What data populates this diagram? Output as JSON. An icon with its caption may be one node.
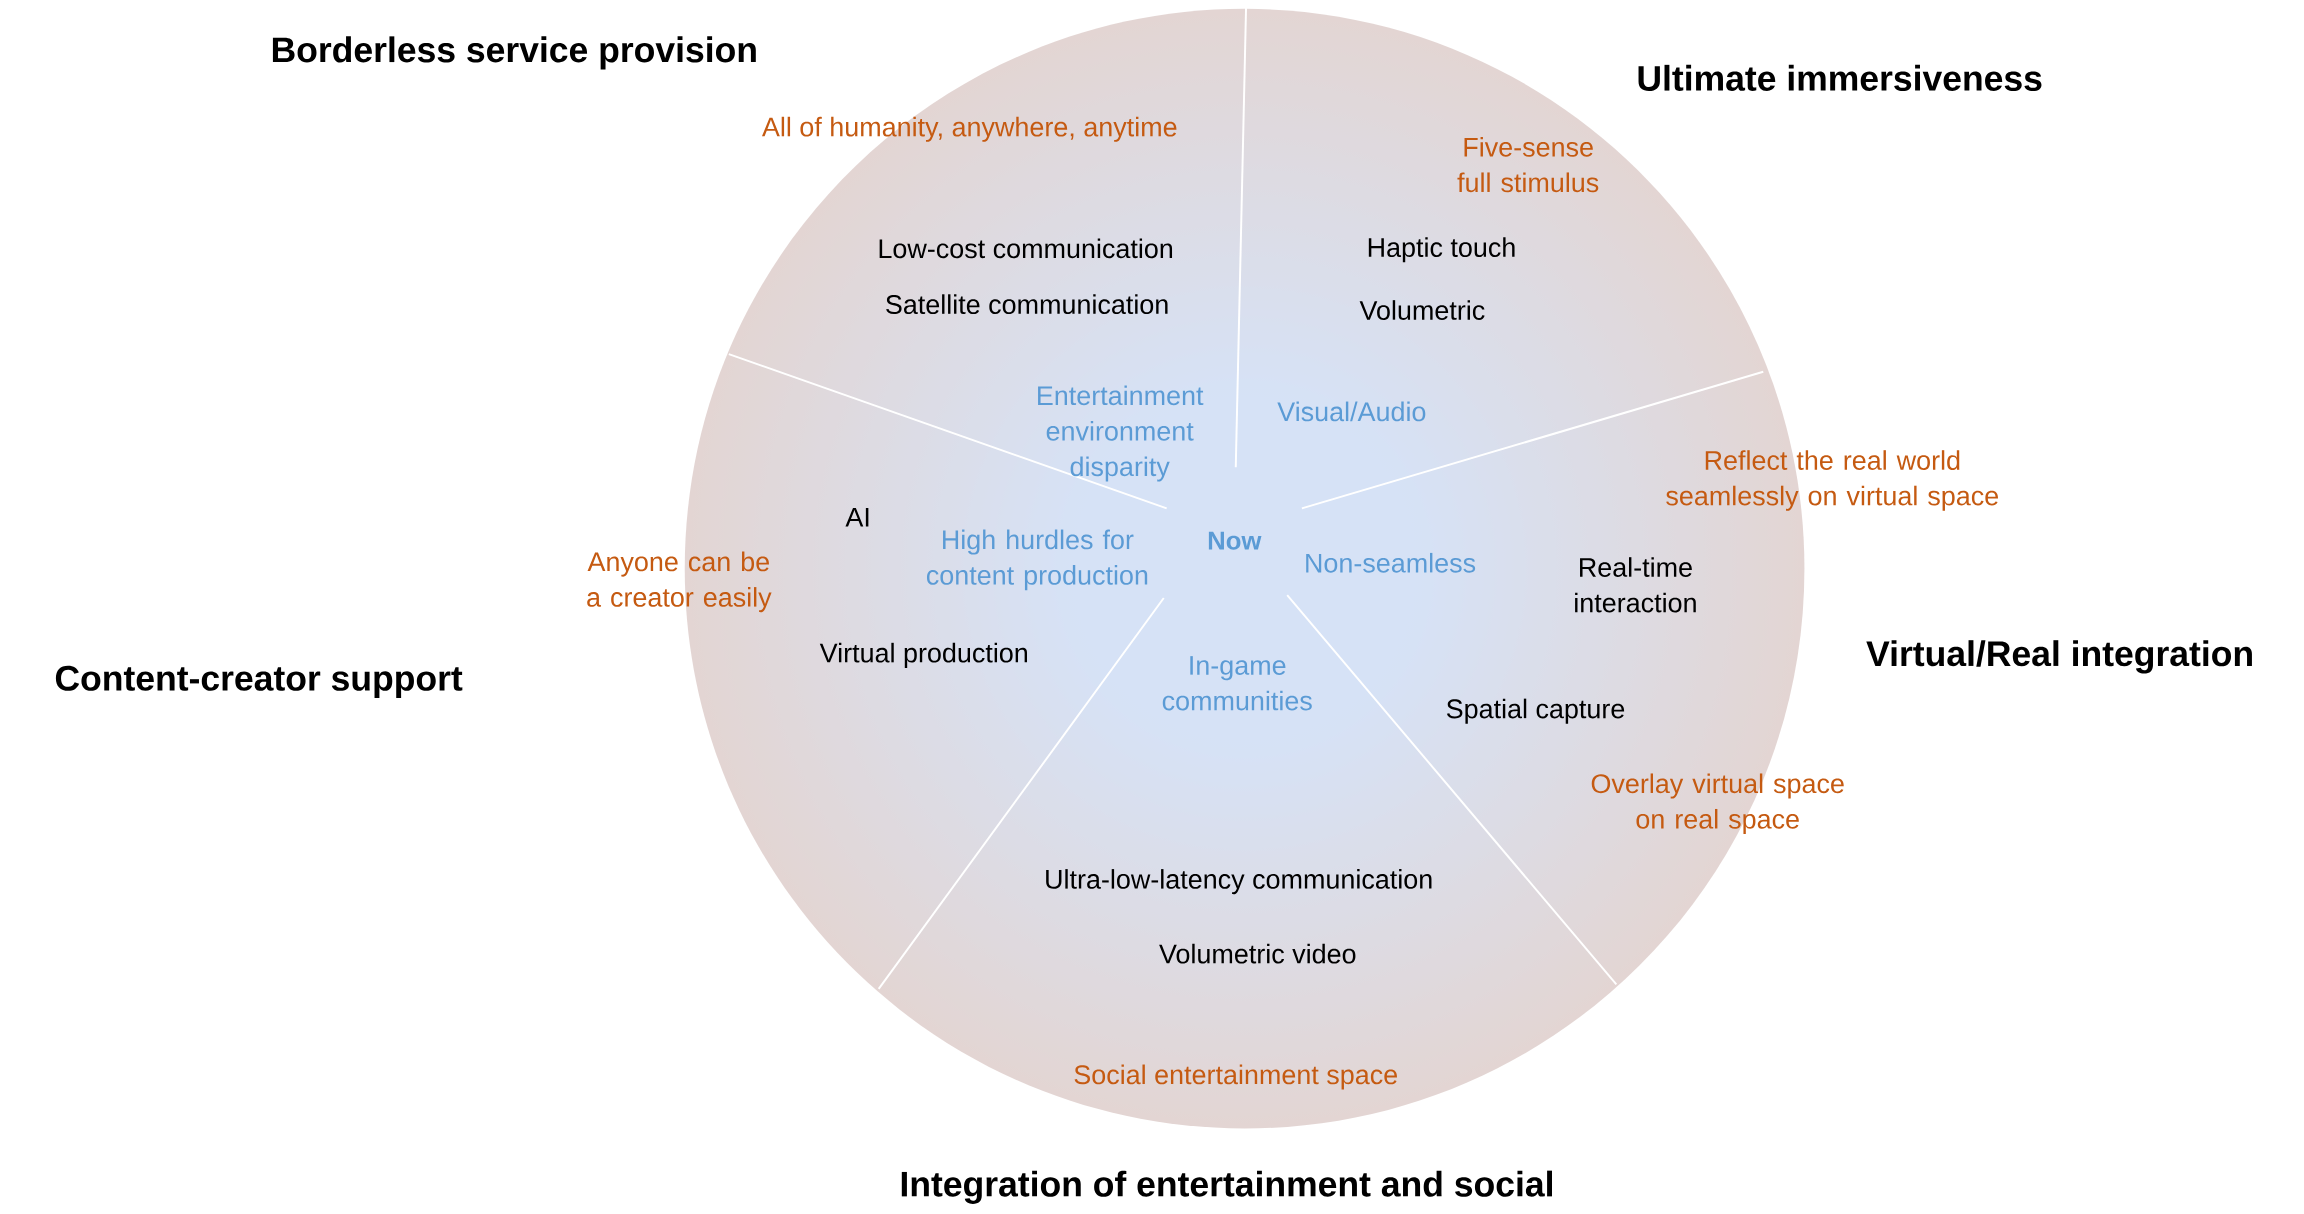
{
  "diagram": {
    "nodes": [
      {
        "text": [
          "Borderless service provision",
          "All of humanity, anywhere, anytime",
          "Low-cost communication",
          "Satellite communication",
          "Entertainment environment disparity"
        ]
      },
      {
        "text": [
          "Ultimate immersiveness",
          "Five-sense full stimulus",
          "Haptic touch",
          "Volumetric",
          "Visual/Audio"
        ]
      },
      {
        "text": [
          "AI",
          "High hurdles for content production",
          "Anyone can be a creator easily",
          "Virtual production",
          "Content-creator support"
        ]
      },
      {
        "text": [
          "Reflect the real world seamlessly on virtual space",
          "Non-seamless",
          "Real-time interaction",
          "Virtual/Real integration",
          "Spatial capture",
          "Overlay virtual space on real space"
        ]
      },
      {
        "text": [
          "In-game communities",
          "Ultra-low-latency communication",
          "Volumetric video",
          "Social entertainment space",
          "Integration of entertainment and social"
        ]
      }
    ],
    "labels": [
      "Now"
    ]
  }
}
